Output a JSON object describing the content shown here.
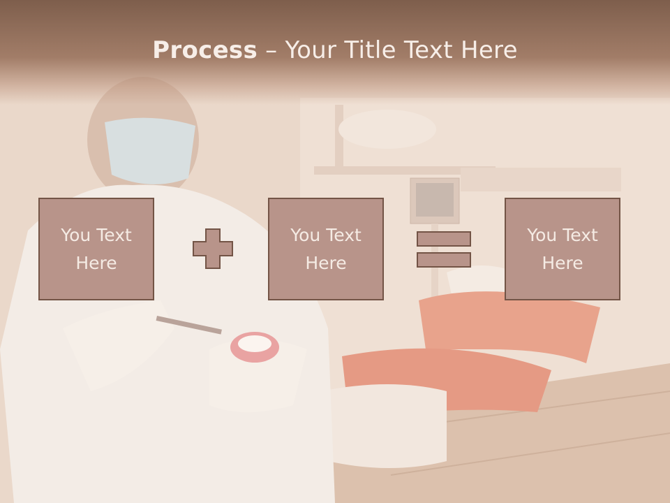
{
  "slide": {
    "title_bold": "Process",
    "title_rest": " – Your Title Text Here",
    "box1_text": "You Text\nHere",
    "box2_text": "You Text\nHere",
    "box3_text": "You Text\nHere"
  },
  "icons": {
    "plus": "plus-icon",
    "equals": "equals-icon"
  },
  "colors": {
    "title_band": "#8a6a57",
    "box_fill": "#b8948a",
    "box_border": "#735446",
    "box_text": "#f5ebe4",
    "background": "#e9d6c8"
  }
}
